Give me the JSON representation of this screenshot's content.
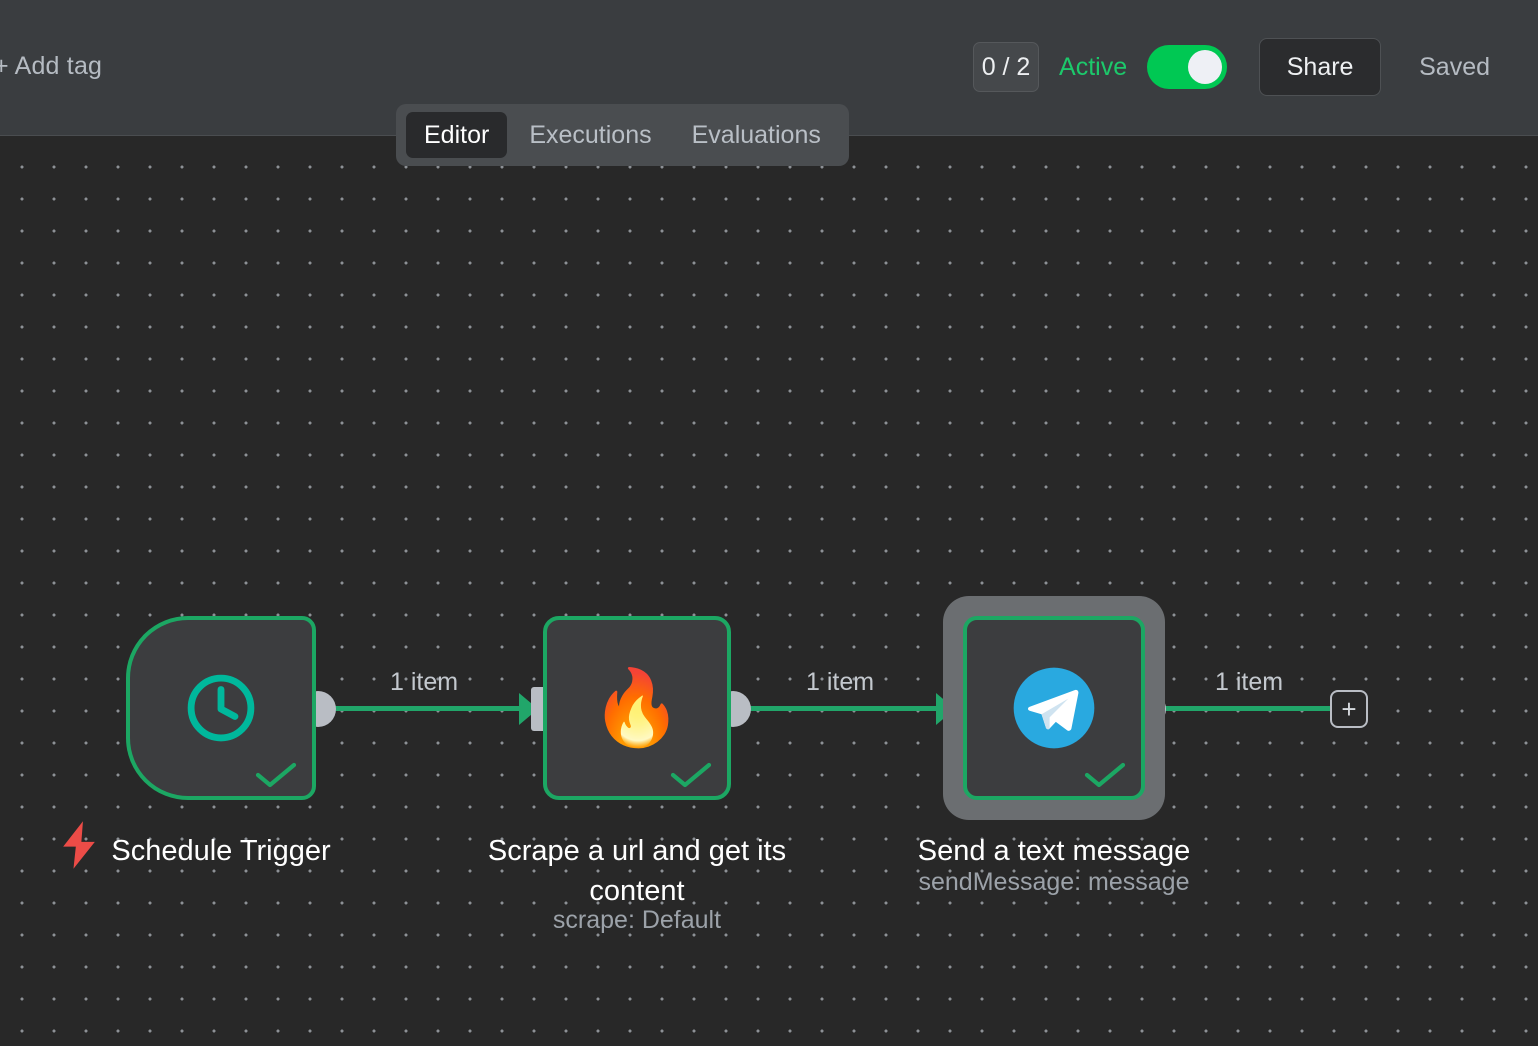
{
  "header": {
    "add_tag_label": "+ Add tag",
    "count_badge": "0 / 2",
    "active_label": "Active",
    "active_toggle_state": "on",
    "share_label": "Share",
    "saved_label": "Saved",
    "accent_green": "#00c853",
    "active_text_green": "#1cc96b"
  },
  "tabs": [
    {
      "label": "Editor",
      "active": true
    },
    {
      "label": "Executions",
      "active": false
    },
    {
      "label": "Evaluations",
      "active": false
    }
  ],
  "canvas": {
    "background": "#282828",
    "grid_dot_color": "#8d9196",
    "connector_color": "#21a66a",
    "node_border_color": "#1ca763",
    "node_body_color": "#3c3d3f",
    "add_node_label": "+"
  },
  "nodes": [
    {
      "id": "schedule-trigger",
      "title": "Schedule Trigger",
      "subtitle": "",
      "icon": "clock-icon",
      "icon_color": "#00b89c",
      "is_trigger": true,
      "selected": false,
      "status": "success"
    },
    {
      "id": "scrape-url",
      "title": "Scrape a url and get its content",
      "subtitle": "scrape: Default",
      "icon": "fire-icon",
      "icon_color": "#f97316",
      "is_trigger": false,
      "selected": false,
      "status": "success"
    },
    {
      "id": "send-text-message",
      "title": "Send a text message",
      "subtitle": "sendMessage: message",
      "icon": "telegram-icon",
      "icon_color": "#29a9e0",
      "is_trigger": false,
      "selected": true,
      "status": "success"
    }
  ],
  "connections": [
    {
      "from": "schedule-trigger",
      "to": "scrape-url",
      "label": "1 item"
    },
    {
      "from": "scrape-url",
      "to": "send-text-message",
      "label": "1 item"
    },
    {
      "from": "send-text-message",
      "to": "add-node",
      "label": "1 item"
    }
  ],
  "trigger_indicator": {
    "icon": "lightning-bolt-icon",
    "color": "#ec4c47"
  }
}
